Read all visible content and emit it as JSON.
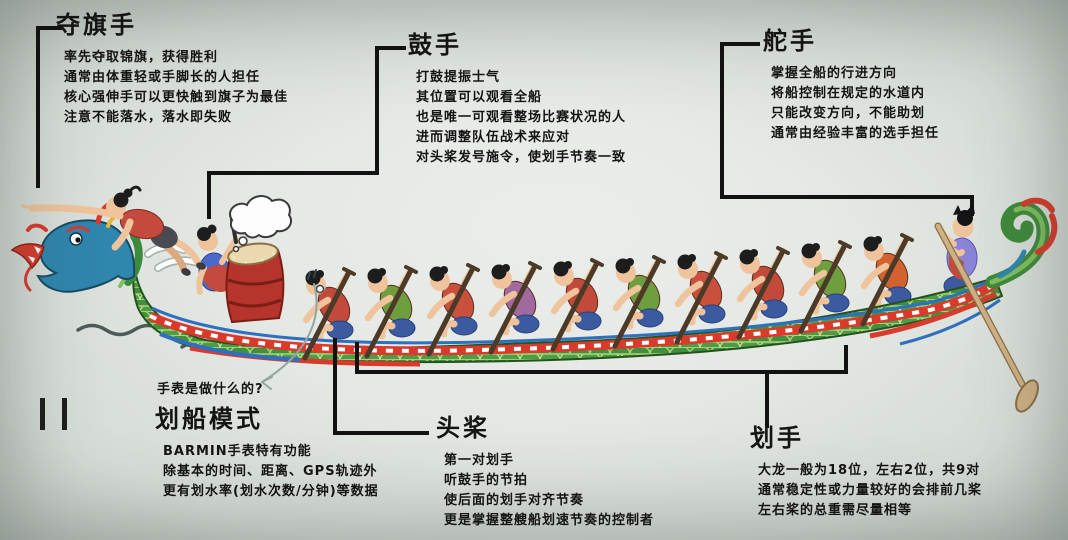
{
  "colors": {
    "background": "#dde1dd",
    "text": "#141414",
    "connector_line": "#121212",
    "hull_green": "#3e8a3c",
    "scale_highlight": "#bfe08e",
    "trim_red": "#d93a2b",
    "trim_blue": "#2f6fbf",
    "drum_red": "#b5352c",
    "drumhead_tan": "#ead9ae",
    "skin": "#efc49c",
    "wave_gray": "#4d5b58"
  },
  "note": {
    "watch_question": "手表是做什么的?"
  },
  "sections": [
    {
      "id": "flag-grabber",
      "title": "夺旗手",
      "lines": [
        "率先夺取锦旗，获得胜利",
        "通常由体重轻或手脚长的人担任",
        "核心强伸手可以更快触到旗子为最佳",
        "注意不能落水，落水即失败"
      ]
    },
    {
      "id": "drummer",
      "title": "鼓手",
      "lines": [
        "打鼓提振士气",
        "其位置可以观看全船",
        "也是唯一可观看整场比赛状况的人",
        "进而调整队伍战术来应对",
        "对头桨发号施令，使划手节奏一致"
      ]
    },
    {
      "id": "steersman",
      "title": "舵手",
      "lines": [
        "掌握全船的行进方向",
        "将船控制在规定的水道内",
        "只能改变方向，不能助划",
        "通常由经验丰富的选手担任"
      ]
    },
    {
      "id": "rowing-mode",
      "title": "划船模式",
      "lines": [
        "BARMIN手表特有功能",
        "除基本的时间、距离、GPS轨迹外",
        "更有划水率(划水次数/分钟)等数据"
      ]
    },
    {
      "id": "lead-paddle",
      "title": "头桨",
      "lines": [
        "第一对划手",
        "听鼓手的节拍",
        "使后面的划手对齐节奏",
        "更是掌握整艘船划速节奏的控制者"
      ]
    },
    {
      "id": "paddlers",
      "title": "划手",
      "lines": [
        "大龙一般为18位，左右2位，共9对",
        "通常稳定性或力量较好的会排前几桨",
        "左右桨的总重需尽量相等"
      ]
    }
  ]
}
